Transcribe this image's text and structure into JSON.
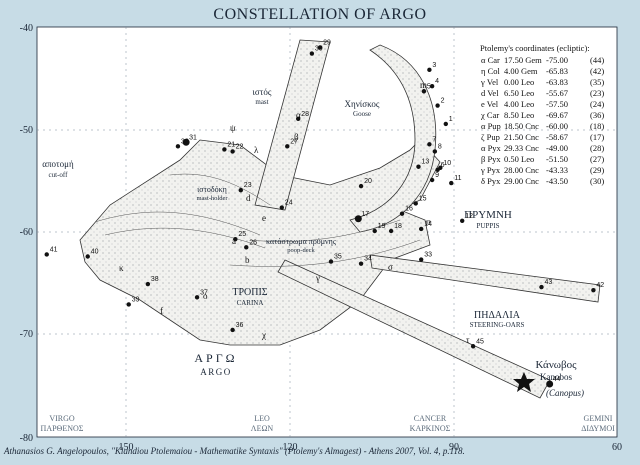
{
  "title": "CONSTELLATION OF ARGO",
  "credit": "Athanasios G. Angelopoulos, \"Klandiou Ptolemaiou - Mathematike Syntaxis\" (Ptolemy's Almagest) - Athens 2007, Vol. 4, p.118.",
  "axes": {
    "y_ticks": [
      "-40",
      "-50",
      "-60",
      "-70",
      "-80"
    ],
    "x_ticks": [
      "150",
      "120",
      "90",
      "60"
    ]
  },
  "zodiac": [
    {
      "en": "VIRGO",
      "gr": "ΠΑΡΘΕΝΟΣ"
    },
    {
      "en": "LEO",
      "gr": "ΛΕΩΝ"
    },
    {
      "en": "CANCER",
      "gr": "ΚΑΡΚΙΝΟΣ"
    },
    {
      "en": "GEMINI",
      "gr": "ΔΙΔΥΜΟΙ"
    }
  ],
  "regions": {
    "istos_gr": "ιστός",
    "istos_en": "mast",
    "cheniskos_gr": "Χηνίσκος",
    "cheniskos_en": "Goose",
    "apotome_gr": "αποτομή",
    "apotome_en": "cut-off",
    "istodoke_gr": "ιστοδόκη",
    "istodoke_en": "mast-holder",
    "prymne_gr": "ΠΡΥΜΝΗ",
    "prymne_en": "PUPPIS",
    "katastroma_gr": "κατάστρωμα πρύμνης",
    "katastroma_en": "poop-deck",
    "tropis_gr": "ΤΡΟΠΙΣ",
    "tropis_en": "CARINA",
    "argo_gr": "ΑΡΓΩ",
    "argo_en": "ARGO",
    "pedalia_gr": "ΠΗΔΑΛΙΑ",
    "pedalia_en": "STEERING-OARS",
    "kanobos_gr": "Κάνωβος",
    "kanobos_en": "Kanobos",
    "kanobos_note": "(Canopus)"
  },
  "table": {
    "header": "Ptolemy's coordinates (ecliptic):",
    "rows": [
      {
        "star": "α Car",
        "lon": "17.50 Gem",
        "lat": "-75.00",
        "num": "(44)"
      },
      {
        "star": "η Col",
        "lon": "4.00 Gem",
        "lat": "-65.83",
        "num": "(42)"
      },
      {
        "star": "γ Vel",
        "lon": "0.00 Leo",
        "lat": "-63.83",
        "num": "(35)"
      },
      {
        "star": "d Vel",
        "lon": "6.50 Leo",
        "lat": "-55.67",
        "num": "(23)"
      },
      {
        "star": "e Vel",
        "lon": "4.00 Leo",
        "lat": "-57.50",
        "num": "(24)"
      },
      {
        "star": "χ Car",
        "lon": "8.50 Leo",
        "lat": "-69.67",
        "num": "(36)"
      },
      {
        "star": "α Pup",
        "lon": "18.50 Cnc",
        "lat": "-60.00",
        "num": "(18)"
      },
      {
        "star": "ζ Pup",
        "lon": "21.50 Cnc",
        "lat": "-58.67",
        "num": "(17)"
      },
      {
        "star": "α Pyx",
        "lon": "29.33 Cnc",
        "lat": "-49.00",
        "num": "(28)"
      },
      {
        "star": "β Pyx",
        "lon": "0.50 Leo",
        "lat": "-51.50",
        "num": "(27)"
      },
      {
        "star": "γ Pyx",
        "lon": "28.00 Cnc",
        "lat": "-43.33",
        "num": "(29)"
      },
      {
        "star": "δ Pyx",
        "lon": "29.00 Cnc",
        "lat": "-43.50",
        "num": "(30)"
      }
    ]
  },
  "stars": [
    {
      "n": "1",
      "g": "",
      "lon": 91.5,
      "lat": -49.5
    },
    {
      "n": "2",
      "g": "",
      "lon": 93.0,
      "lat": -47.7
    },
    {
      "n": "3",
      "g": "",
      "lon": 94.5,
      "lat": -44.2
    },
    {
      "n": "4",
      "g": "",
      "lon": 94.0,
      "lat": -45.8
    },
    {
      "n": "5",
      "g": "",
      "lon": 95.5,
      "lat": -46.3
    },
    {
      "n": "6",
      "g": "",
      "lon": 93.0,
      "lat": -54.0
    },
    {
      "n": "7",
      "g": "",
      "lon": 94.5,
      "lat": -51.5
    },
    {
      "n": "8",
      "g": "",
      "lon": 93.5,
      "lat": -52.2
    },
    {
      "n": "9",
      "g": "",
      "lon": 94.0,
      "lat": -55.0
    },
    {
      "n": "10",
      "g": "",
      "lon": 92.5,
      "lat": -53.8
    },
    {
      "n": "11",
      "g": "",
      "lon": 90.5,
      "lat": -55.3
    },
    {
      "n": "12",
      "g": "",
      "lon": 88.5,
      "lat": -59.0
    },
    {
      "n": "13",
      "g": "",
      "lon": 96.5,
      "lat": -53.7
    },
    {
      "n": "14",
      "g": "",
      "lon": 96.0,
      "lat": -59.8
    },
    {
      "n": "15",
      "g": "",
      "lon": 97.0,
      "lat": -57.3
    },
    {
      "n": "16",
      "g": "",
      "lon": 99.5,
      "lat": -58.3
    },
    {
      "n": "17",
      "g": "",
      "lon": 107.5,
      "lat": -58.8
    },
    {
      "n": "18",
      "g": "",
      "lon": 101.5,
      "lat": -60.0
    },
    {
      "n": "19",
      "g": "",
      "lon": 104.5,
      "lat": -60.0
    },
    {
      "n": "20",
      "g": "",
      "lon": 107.0,
      "lat": -55.6
    },
    {
      "n": "21",
      "g": "",
      "lon": 132.0,
      "lat": -52.0
    },
    {
      "n": "22",
      "g": "",
      "lon": 130.5,
      "lat": -52.2
    },
    {
      "n": "23",
      "g": "",
      "lon": 129.0,
      "lat": -56.0
    },
    {
      "n": "24",
      "g": "",
      "lon": 121.5,
      "lat": -57.7
    },
    {
      "n": "25",
      "g": "",
      "lon": 130.0,
      "lat": -60.8
    },
    {
      "n": "26",
      "g": "",
      "lon": 128.0,
      "lat": -61.6
    },
    {
      "n": "27",
      "g": "",
      "lon": 120.5,
      "lat": -51.7
    },
    {
      "n": "28",
      "g": "",
      "lon": 118.5,
      "lat": -49.0
    },
    {
      "n": "29",
      "g": "",
      "lon": 114.5,
      "lat": -42.0
    },
    {
      "n": "30",
      "g": "",
      "lon": 116.0,
      "lat": -42.6
    },
    {
      "n": "31",
      "g": "",
      "lon": 139.0,
      "lat": -51.3
    },
    {
      "n": "32",
      "g": "",
      "lon": 140.5,
      "lat": -51.7
    },
    {
      "n": "33",
      "g": "",
      "lon": 96.0,
      "lat": -62.8
    },
    {
      "n": "34",
      "g": "",
      "lon": 107.0,
      "lat": -63.2
    },
    {
      "n": "35",
      "g": "",
      "lon": 112.5,
      "lat": -63.0
    },
    {
      "n": "36",
      "g": "",
      "lon": 130.5,
      "lat": -69.7
    },
    {
      "n": "37",
      "g": "",
      "lon": 137.0,
      "lat": -66.5
    },
    {
      "n": "38",
      "g": "",
      "lon": 146.0,
      "lat": -65.2
    },
    {
      "n": "39",
      "g": "",
      "lon": 149.5,
      "lat": -67.2
    },
    {
      "n": "40",
      "g": "",
      "lon": 157.0,
      "lat": -62.5
    },
    {
      "n": "41",
      "g": "",
      "lon": 164.5,
      "lat": -62.3
    },
    {
      "n": "42",
      "g": "",
      "lon": 64.5,
      "lat": -65.8
    },
    {
      "n": "43",
      "g": "",
      "lon": 74.0,
      "lat": -65.5
    },
    {
      "n": "44",
      "g": "",
      "lon": 72.5,
      "lat": -75.0
    },
    {
      "n": "45",
      "g": "",
      "lon": 86.5,
      "lat": -71.3
    }
  ]
}
